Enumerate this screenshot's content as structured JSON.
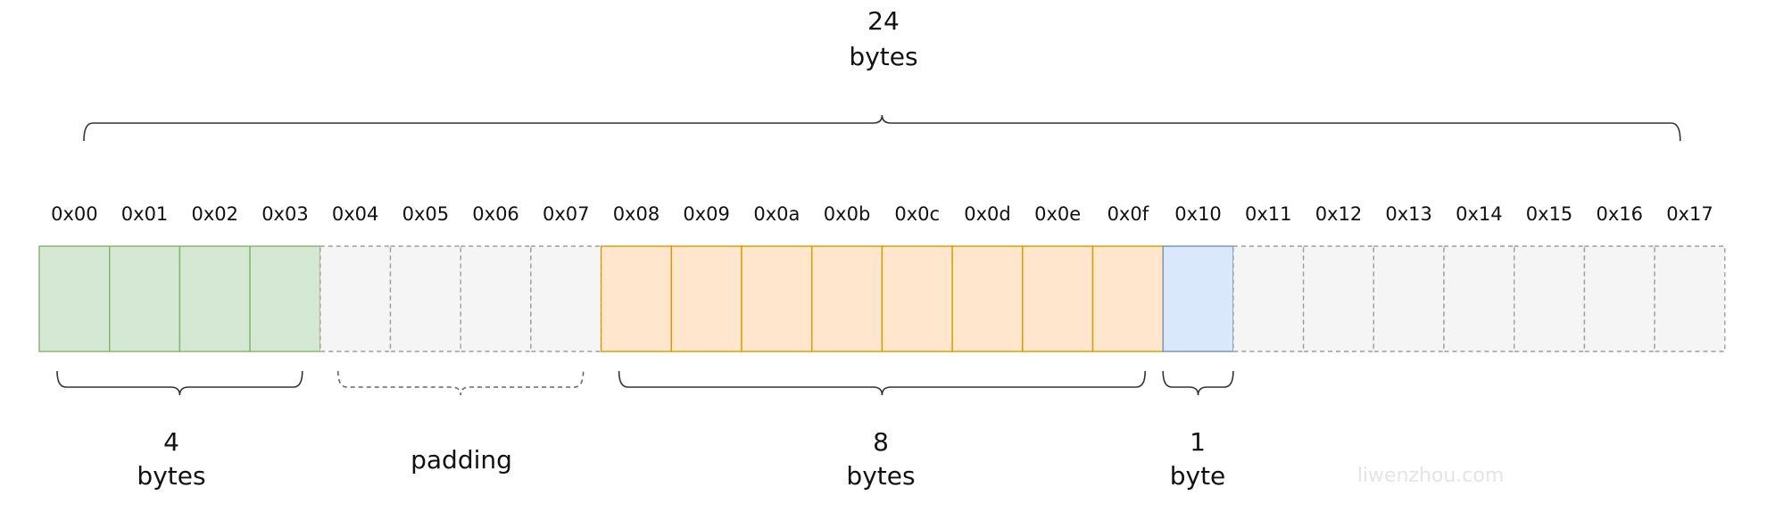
{
  "total": {
    "value": "24",
    "unit": "bytes"
  },
  "addresses": [
    "0x00",
    "0x01",
    "0x02",
    "0x03",
    "0x04",
    "0x05",
    "0x06",
    "0x07",
    "0x08",
    "0x09",
    "0x0a",
    "0x0b",
    "0x0c",
    "0x0d",
    "0x0e",
    "0x0f",
    "0x10",
    "0x11",
    "0x12",
    "0x13",
    "0x14",
    "0x15",
    "0x16",
    "0x17"
  ],
  "groups": [
    {
      "id": "int4",
      "start": 0,
      "count": 4,
      "fill": "#d5e8d4",
      "stroke": "#82b366",
      "dashed": false,
      "label_top": "4",
      "label_bottom": "bytes"
    },
    {
      "id": "padding",
      "start": 4,
      "count": 4,
      "fill": "#f5f5f5",
      "stroke": "#9e9e9e",
      "dashed": true,
      "label_top": "",
      "label_bottom": "padding"
    },
    {
      "id": "int8",
      "start": 8,
      "count": 8,
      "fill": "#ffe6cc",
      "stroke": "#d79b00",
      "dashed": false,
      "label_top": "8",
      "label_bottom": "bytes"
    },
    {
      "id": "byte1",
      "start": 16,
      "count": 1,
      "fill": "#dae8fc",
      "stroke": "#6c8ebf",
      "dashed": false,
      "label_top": "1",
      "label_bottom": "byte"
    },
    {
      "id": "tail",
      "start": 17,
      "count": 7,
      "fill": "#f5f5f5",
      "stroke": "#9e9e9e",
      "dashed": true,
      "label_top": null,
      "label_bottom": null
    }
  ],
  "watermark": "liwenzhou.com"
}
